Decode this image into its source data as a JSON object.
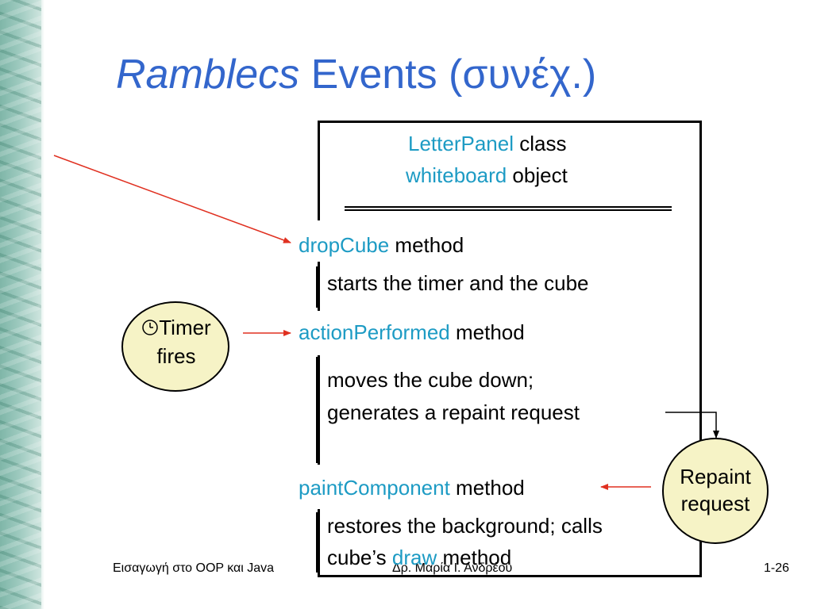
{
  "title": {
    "italic_part": "Ramblecs",
    "rest": " Events (συνέχ.)"
  },
  "class_box": {
    "line1_keyword": "LetterPanel",
    "line1_rest": " class",
    "line2_keyword": "whiteboard",
    "line2_rest": " object"
  },
  "methods": {
    "drop": {
      "name": "dropCube",
      "suffix": " method",
      "desc": "starts the timer and the cube"
    },
    "action": {
      "name": "actionPerformed",
      "suffix": " method",
      "desc1": "moves the cube down;",
      "desc2": "generates a repaint request"
    },
    "paint": {
      "name": "paintComponent",
      "suffix": " method",
      "desc1": "restores the background;  calls",
      "desc2_pre": "cube’s ",
      "desc2_keyword": "draw",
      "desc2_post": " method"
    }
  },
  "timer_bubble": {
    "line1": "Timer",
    "line2": "fires",
    "icon": "clock-icon"
  },
  "repaint_bubble": {
    "line1": "Repaint",
    "line2": "request"
  },
  "footer": {
    "left": "Εισαγωγή στο ΟΟΡ και Java",
    "center": "Δρ. Μαρία Ι. Ανδρέου",
    "right": "1-26"
  },
  "colors": {
    "title": "#3366cc",
    "keyword": "#1d9bc4",
    "arrow": "#e03020",
    "bubble_fill": "#f6f3c6"
  }
}
